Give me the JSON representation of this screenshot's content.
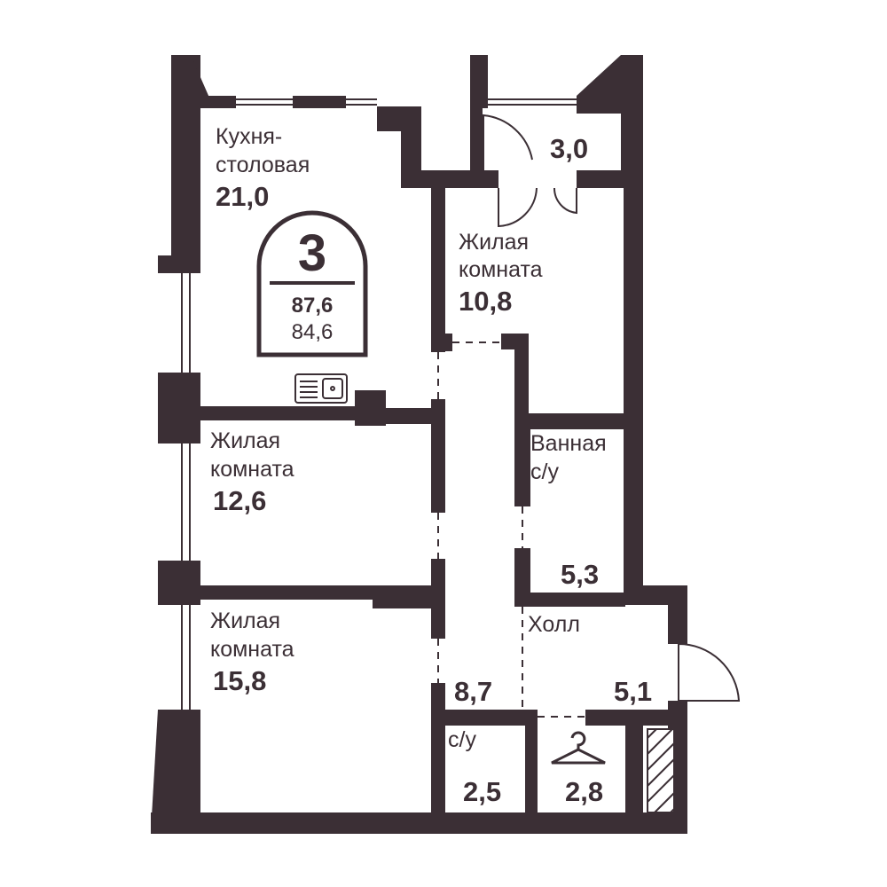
{
  "colors": {
    "wall": "#3b2f35",
    "background": "#ffffff"
  },
  "badge": {
    "rooms": "3",
    "total_area": "87,6",
    "living_area": "84,6"
  },
  "rooms": {
    "kitchen": {
      "name_line1": "Кухня-",
      "name_line2": "столовая",
      "area": "21,0"
    },
    "closet_top": {
      "area": "3,0"
    },
    "bedroom_10_8": {
      "name_line1": "Жилая",
      "name_line2": "комната",
      "area": "10,8"
    },
    "bedroom_12_6": {
      "name_line1": "Жилая",
      "name_line2": "комната",
      "area": "12,6"
    },
    "bedroom_15_8": {
      "name_line1": "Жилая",
      "name_line2": "комната",
      "area": "15,8"
    },
    "bathroom": {
      "name_line1": "Ванная",
      "name_line2": "с/у",
      "area": "5,3"
    },
    "hall": {
      "name": "Холл",
      "area": "5,1"
    },
    "corridor": {
      "area": "8,7"
    },
    "wc": {
      "name": "с/у",
      "area": "2,5"
    },
    "wardrobe": {
      "area": "2,8"
    }
  },
  "icons": [
    "kitchen-sink-icon",
    "hanger-icon",
    "entrance-door-icon"
  ]
}
